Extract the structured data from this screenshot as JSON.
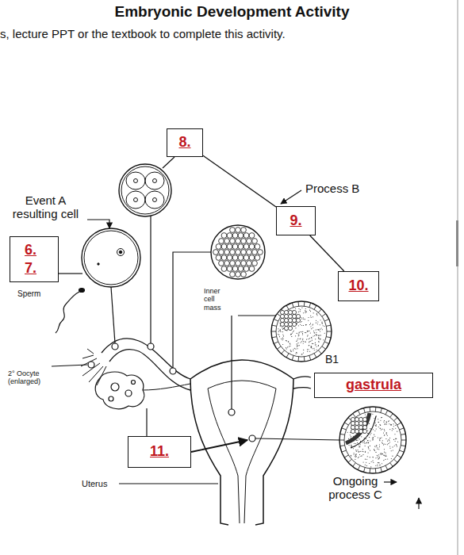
{
  "diagram": {
    "title": "Embryonic Development Activity",
    "nodes": [
      {
        "text": [
          "8."
        ]
      },
      {
        "text": [
          "9."
        ]
      },
      {
        "text": [
          "6.",
          "7."
        ]
      },
      {
        "text": [
          "10."
        ]
      },
      {
        "text": [
          "gastrula"
        ]
      },
      {
        "text": [
          "11."
        ]
      }
    ],
    "edges": [
      {
        "from": 0,
        "to": 1,
        "arrow": "none"
      },
      {
        "from": 1,
        "to": 3,
        "arrow": "none"
      }
    ],
    "labels": [
      "s, lecture PPT or the textbook to complete this activity.",
      "Event A resulting cell",
      "Process B",
      "Sperm",
      "Inner cell mass",
      "2° Oocyte (enlarged)",
      "B1",
      "Uterus",
      "Ongoing process C"
    ]
  }
}
